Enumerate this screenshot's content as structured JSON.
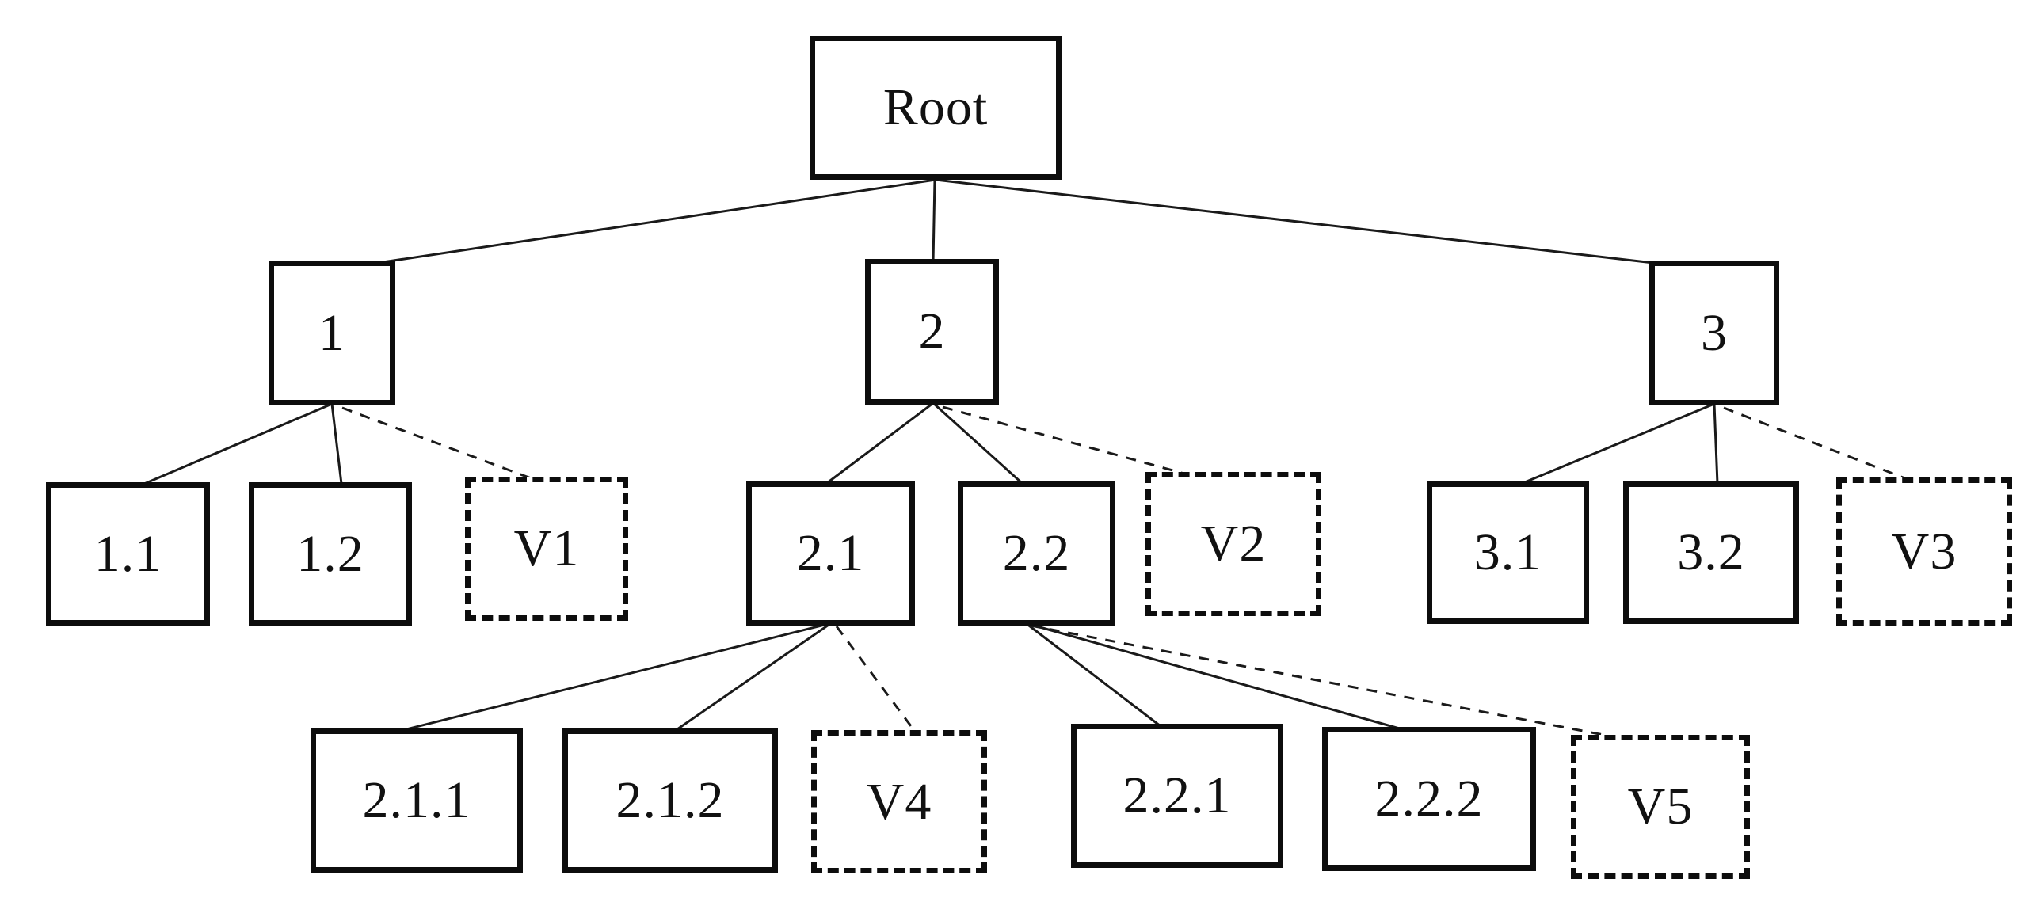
{
  "diagram": {
    "type": "tree",
    "nodes": {
      "root": {
        "label": "Root",
        "style": "solid"
      },
      "n1": {
        "label": "1",
        "style": "solid"
      },
      "n2": {
        "label": "2",
        "style": "solid"
      },
      "n3": {
        "label": "3",
        "style": "solid"
      },
      "n1_1": {
        "label": "1.1",
        "style": "solid"
      },
      "n1_2": {
        "label": "1.2",
        "style": "solid"
      },
      "v1": {
        "label": "V1",
        "style": "dashed"
      },
      "n2_1": {
        "label": "2.1",
        "style": "solid"
      },
      "n2_2": {
        "label": "2.2",
        "style": "solid"
      },
      "v2": {
        "label": "V2",
        "style": "dashed"
      },
      "n3_1": {
        "label": "3.1",
        "style": "solid"
      },
      "n3_2": {
        "label": "3.2",
        "style": "solid"
      },
      "v3": {
        "label": "V3",
        "style": "dashed"
      },
      "n2_1_1": {
        "label": "2.1.1",
        "style": "solid"
      },
      "n2_1_2": {
        "label": "2.1.2",
        "style": "solid"
      },
      "v4": {
        "label": "V4",
        "style": "dashed"
      },
      "n2_2_1": {
        "label": "2.2.1",
        "style": "solid"
      },
      "n2_2_2": {
        "label": "2.2.2",
        "style": "solid"
      },
      "v5": {
        "label": "V5",
        "style": "dashed"
      }
    },
    "edges": [
      {
        "from": "Root",
        "to": "1",
        "style": "solid"
      },
      {
        "from": "Root",
        "to": "2",
        "style": "solid"
      },
      {
        "from": "Root",
        "to": "3",
        "style": "solid"
      },
      {
        "from": "1",
        "to": "1.1",
        "style": "solid"
      },
      {
        "from": "1",
        "to": "1.2",
        "style": "solid"
      },
      {
        "from": "1",
        "to": "V1",
        "style": "dashed"
      },
      {
        "from": "2",
        "to": "2.1",
        "style": "solid"
      },
      {
        "from": "2",
        "to": "2.2",
        "style": "solid"
      },
      {
        "from": "2",
        "to": "V2",
        "style": "dashed"
      },
      {
        "from": "3",
        "to": "3.1",
        "style": "solid"
      },
      {
        "from": "3",
        "to": "3.2",
        "style": "solid"
      },
      {
        "from": "3",
        "to": "V3",
        "style": "dashed"
      },
      {
        "from": "2.1",
        "to": "2.1.1",
        "style": "solid"
      },
      {
        "from": "2.1",
        "to": "2.1.2",
        "style": "solid"
      },
      {
        "from": "2.1",
        "to": "V4",
        "style": "dashed"
      },
      {
        "from": "2.2",
        "to": "2.2.1",
        "style": "solid"
      },
      {
        "from": "2.2",
        "to": "2.2.2",
        "style": "solid"
      },
      {
        "from": "2.2",
        "to": "V5",
        "style": "dashed"
      }
    ],
    "colors": {
      "background": "#ffffff",
      "box_border": "#0d0d0d",
      "edge_line": "#1a1a1a",
      "text": "#111111"
    }
  }
}
